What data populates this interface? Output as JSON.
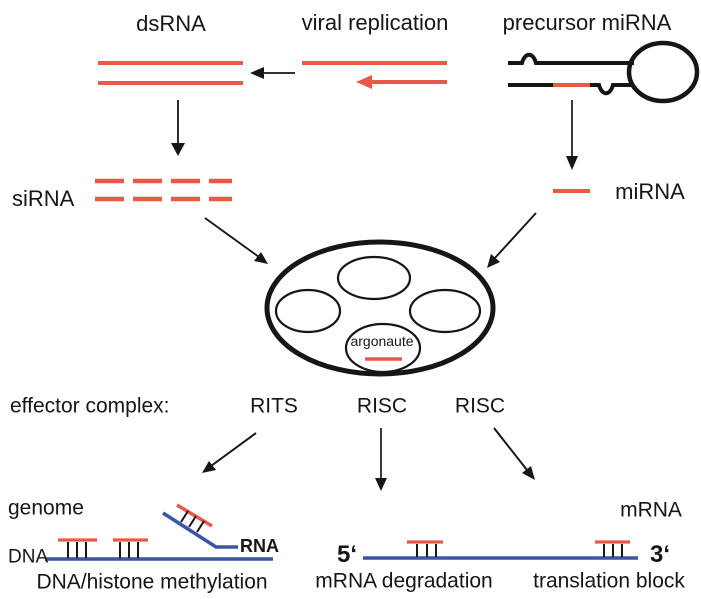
{
  "title": "RNA interference pathways diagram",
  "colors": {
    "rna_red": "#e8594a",
    "dna_blue": "#3b55a5",
    "ink": "#161616",
    "background": "#ffffff"
  },
  "top": {
    "dsrna_label": "dsRNA",
    "viral_replication_label": "viral replication",
    "precursor_mirna_label": "precursor miRNA"
  },
  "middle": {
    "sirna_label": "siRNA",
    "mirna_label": "miRNA",
    "argonaute_label": "argonaute",
    "effector_complex_label": "effector complex:",
    "rits_label": "RITS",
    "risc_center_label": "RISC",
    "risc_right_label": "RISC"
  },
  "bottom": {
    "genome_label": "genome",
    "dna_label": "DNA",
    "rna_label": "RNA",
    "dna_histone_methylation_label": "DNA/histone methylation",
    "five_prime_label": "5‘",
    "three_prime_label": "3‘",
    "mrna_label": "mRNA",
    "mrna_degradation_label": "mRNA degradation",
    "translation_block_label": "translation block"
  }
}
